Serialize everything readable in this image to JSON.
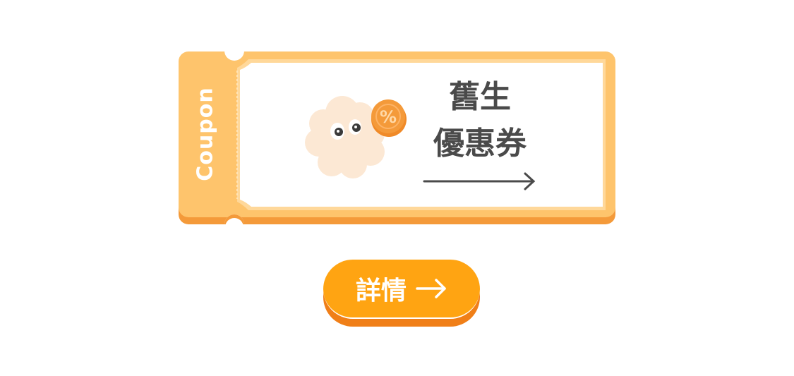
{
  "coupon": {
    "stub_label": "Coupon",
    "title_line1": "舊生",
    "title_line2": "優惠券",
    "badge_symbol": "%",
    "colors": {
      "stub": "#FEC46C",
      "shadow": "#F49A3A",
      "coin": "#F49A3A",
      "cloud": "#FCE8D4",
      "text": "#4a4a4a"
    }
  },
  "details_button": {
    "label": "詳情",
    "icon": "arrow-right-icon",
    "colors": {
      "face": "#FFA412",
      "base": "#F07F18"
    }
  }
}
